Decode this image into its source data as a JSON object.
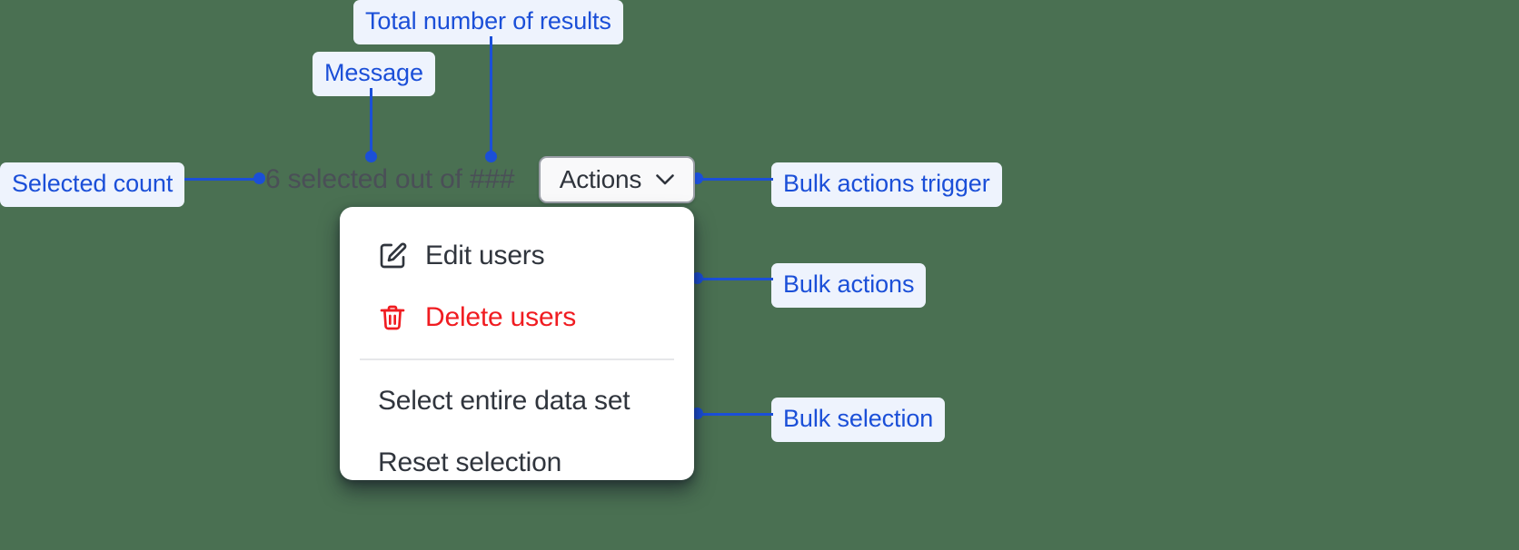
{
  "canvas": {
    "background_color": "#4a7052",
    "accent_color": "#1b4fd8",
    "chip_background": "#eef3fd",
    "danger_color": "#f01c21"
  },
  "annotations": [
    {
      "id": "total-results",
      "label": "Total number of results"
    },
    {
      "id": "message",
      "label": "Message"
    },
    {
      "id": "selected-count",
      "label": "Selected count"
    },
    {
      "id": "bulk-actions-trigger",
      "label": "Bulk actions trigger"
    },
    {
      "id": "bulk-actions",
      "label": "Bulk actions"
    },
    {
      "id": "bulk-selection",
      "label": "Bulk selection"
    }
  ],
  "selection_bar": {
    "count_text": "6 selected out of ###",
    "selected_count": "6",
    "total_placeholder": "###",
    "actions_button": {
      "label": "Actions",
      "chevron_icon": "chevron-down-icon"
    }
  },
  "menu": {
    "groups": [
      {
        "name": "bulk-actions",
        "items": [
          {
            "label": "Edit users",
            "icon": "edit-pencil-icon",
            "danger": false
          },
          {
            "label": "Delete users",
            "icon": "trash-icon",
            "danger": true
          }
        ]
      },
      {
        "name": "bulk-selection",
        "items": [
          {
            "label": "Select entire data set",
            "icon": null,
            "danger": false
          },
          {
            "label": "Reset selection",
            "icon": null,
            "danger": false
          }
        ]
      }
    ]
  }
}
